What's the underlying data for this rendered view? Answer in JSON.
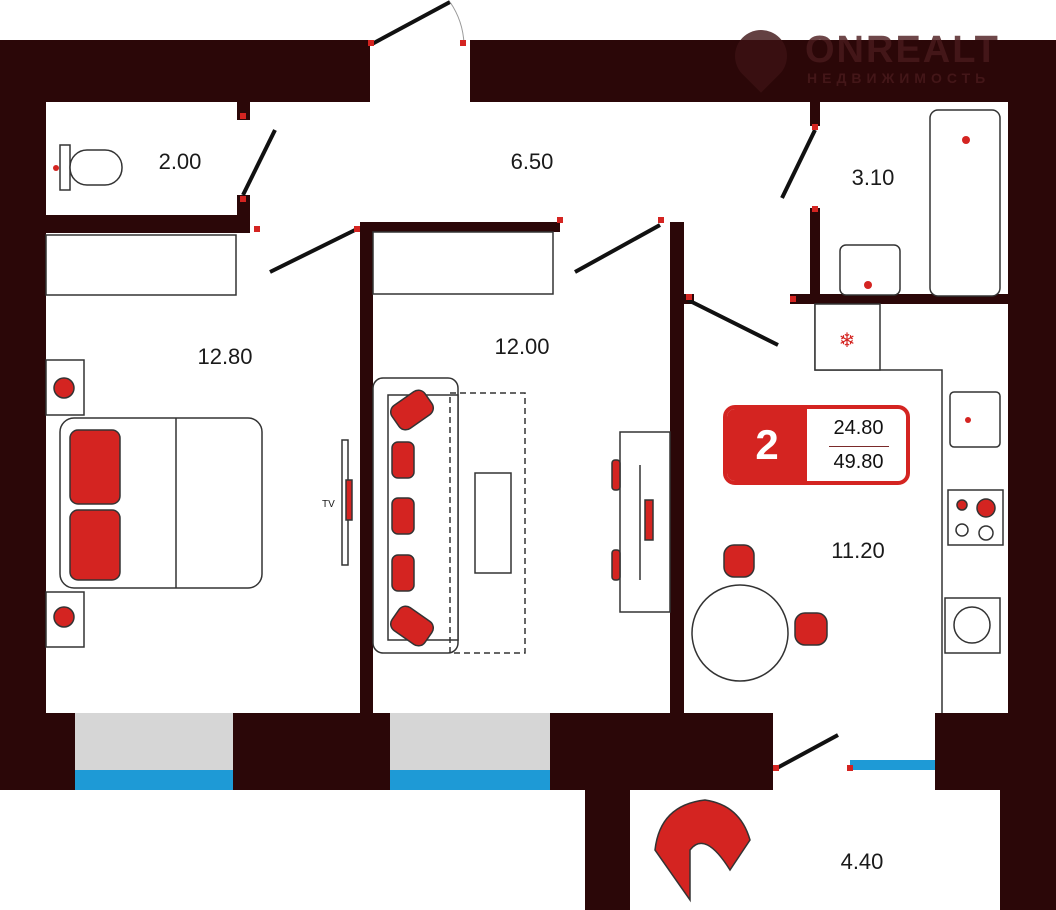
{
  "brand": {
    "name": "ONREALT",
    "subtitle": "НЕДВИЖИМОСТЬ"
  },
  "rooms": {
    "toilet": "2.00",
    "hall": "6.50",
    "bathroom": "3.10",
    "bedroom": "12.80",
    "living_room": "12.00",
    "kitchen": "11.20",
    "balcony": "4.40"
  },
  "tv_label": "TV",
  "summary": {
    "room_count": "2",
    "living_area": "24.80",
    "total_area": "49.80"
  },
  "colors": {
    "wall": "#2b0708",
    "accent": "#d42421",
    "window": "#1e9ad6",
    "window_fill": "#d6d6d6"
  }
}
